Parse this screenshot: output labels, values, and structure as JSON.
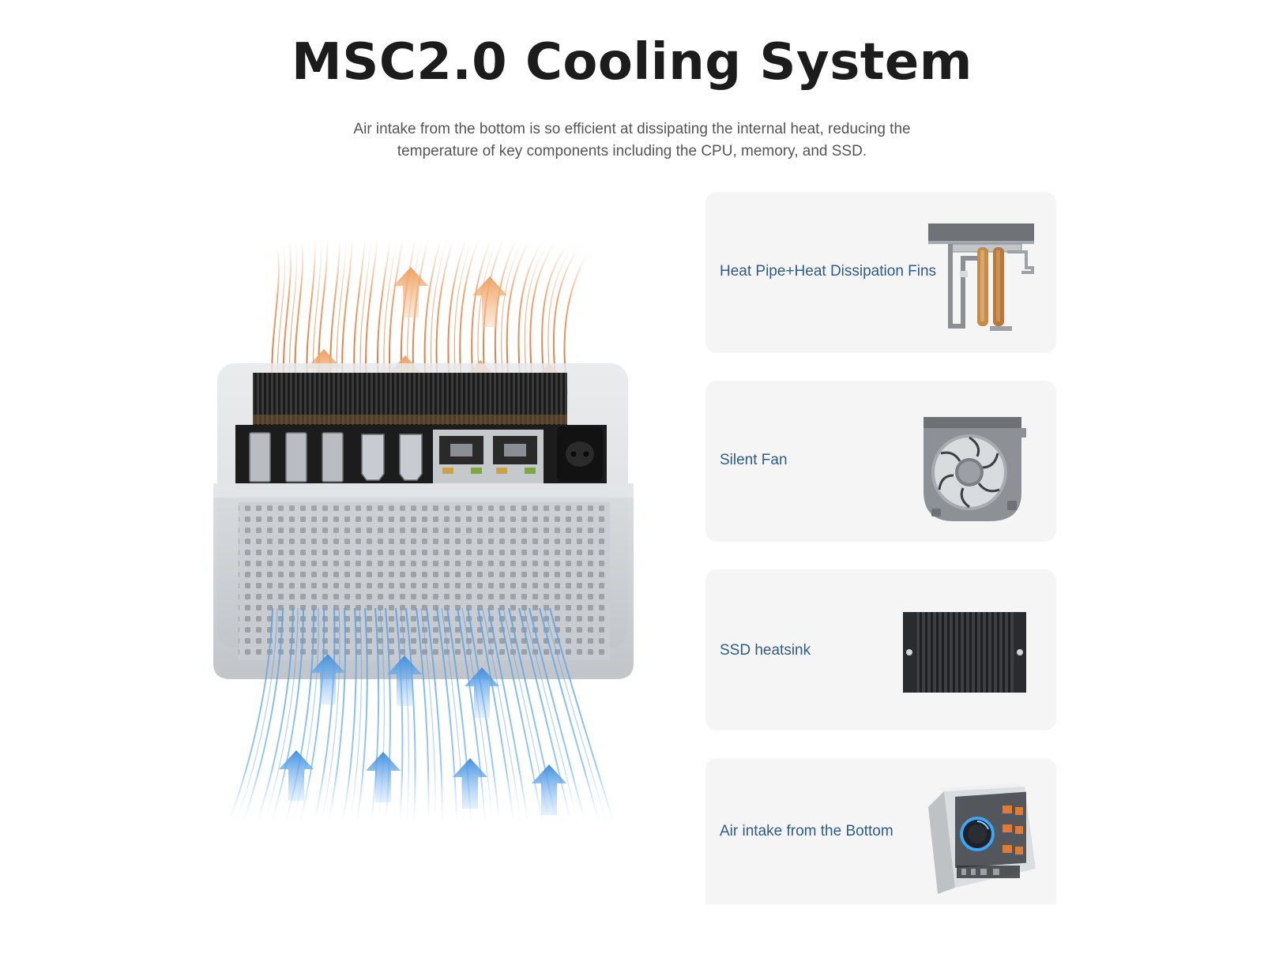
{
  "header": {
    "title": "MSC2.0 Cooling System",
    "subtitle_line1": "Air intake from the bottom is so efficient at dissipating the internal heat, reducing the",
    "subtitle_line2": "temperature of key components including the CPU, memory, and SSD."
  },
  "features": [
    {
      "label": "Heat Pipe+Heat Dissipation Fins",
      "icon": "heat-pipe-fins-image"
    },
    {
      "label": "Silent Fan",
      "icon": "blower-fan-image"
    },
    {
      "label": "SSD heatsink",
      "icon": "ssd-heatsink-image"
    },
    {
      "label": "Air intake from the Bottom",
      "icon": "transparent-mini-pc-image"
    }
  ],
  "colors": {
    "hot_air": "#e98a4e",
    "cool_air": "#3d8fe0",
    "feature_text": "#2e5c86",
    "card_bg": "#f5f5f5"
  }
}
